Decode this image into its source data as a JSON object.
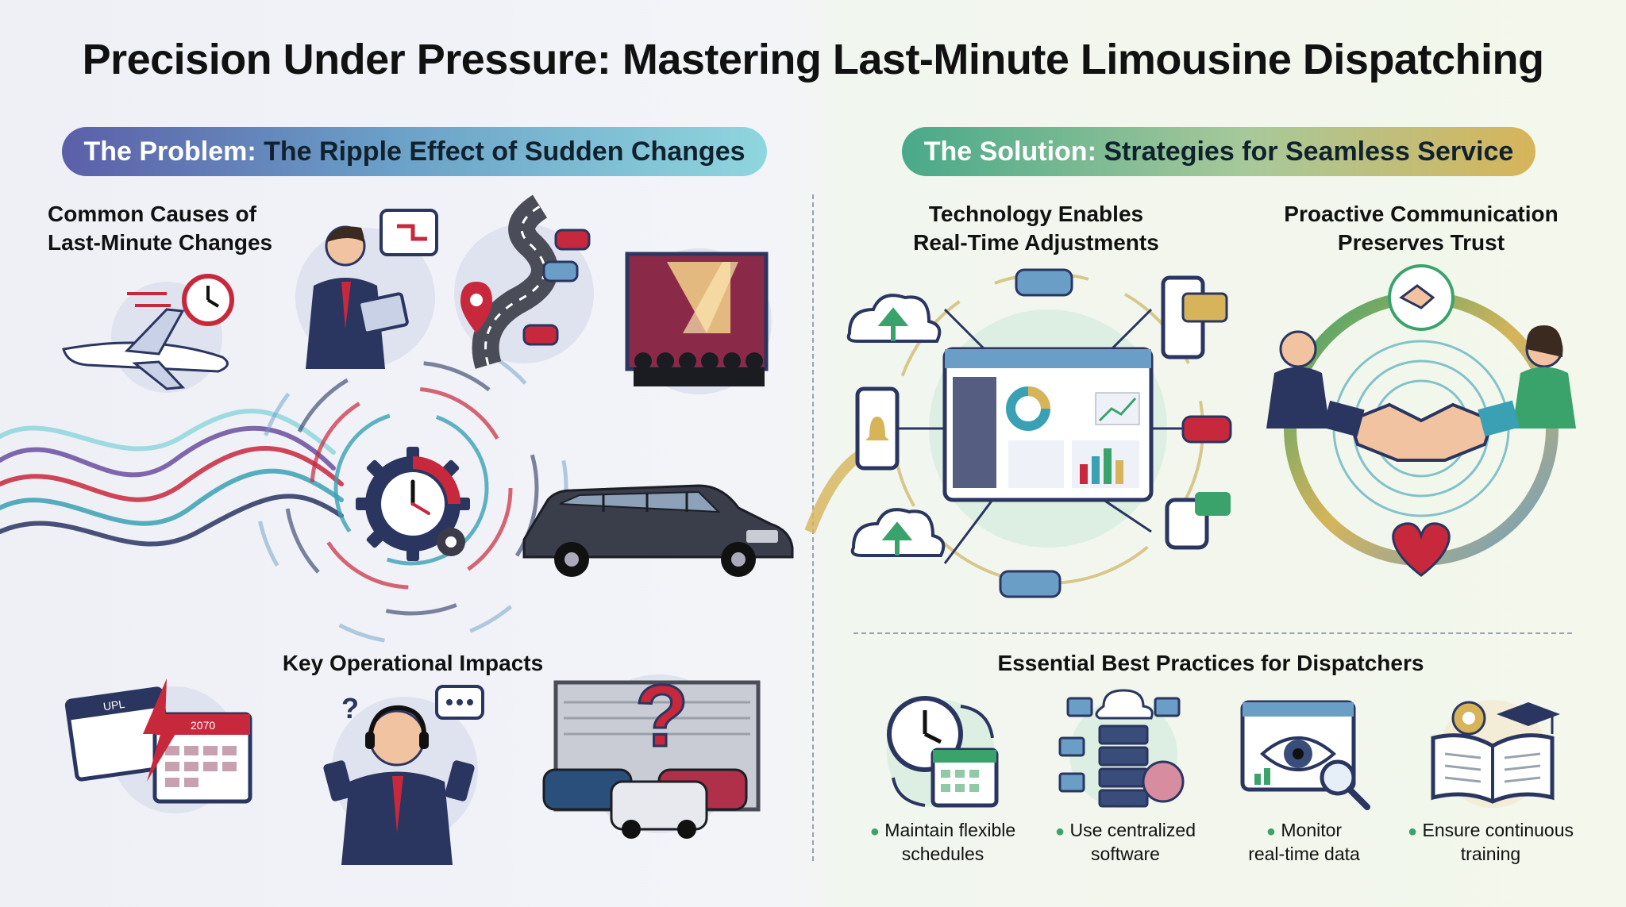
{
  "title": "Precision Under Pressure: Mastering Last-Minute Limousine Dispatching",
  "problem": {
    "banner_lead": "The Problem:",
    "banner_rest": " The Ripple Effect of Sudden Changes",
    "causes_label_line1": "Common Causes of",
    "causes_label_line2": "Last-Minute Changes",
    "impacts_label": "Key Operational Impacts",
    "calendar_text_a": "UPL",
    "calendar_text_b": "2070"
  },
  "solution": {
    "banner_lead": "The Solution:",
    "banner_rest": " Strategies for Seamless Service",
    "tech_label_line1": "Technology Enables",
    "tech_label_line2": "Real-Time Adjustments",
    "comm_label_line1": "Proactive Communication",
    "comm_label_line2": "Preserves Trust",
    "practices_label": "Essential Best Practices for Dispatchers",
    "practices": [
      {
        "line1": "Maintain flexible",
        "line2": "schedules"
      },
      {
        "line1": "Use centralized",
        "line2": "software"
      },
      {
        "line1": "Monitor",
        "line2": "real-time data"
      },
      {
        "line1": "Ensure continuous",
        "line2": "training"
      }
    ]
  },
  "colors": {
    "accent_red": "#c8283c",
    "accent_navy": "#2a3560",
    "accent_teal": "#3aa0b4",
    "accent_green": "#3aa36b",
    "accent_gold": "#d7b45a"
  }
}
